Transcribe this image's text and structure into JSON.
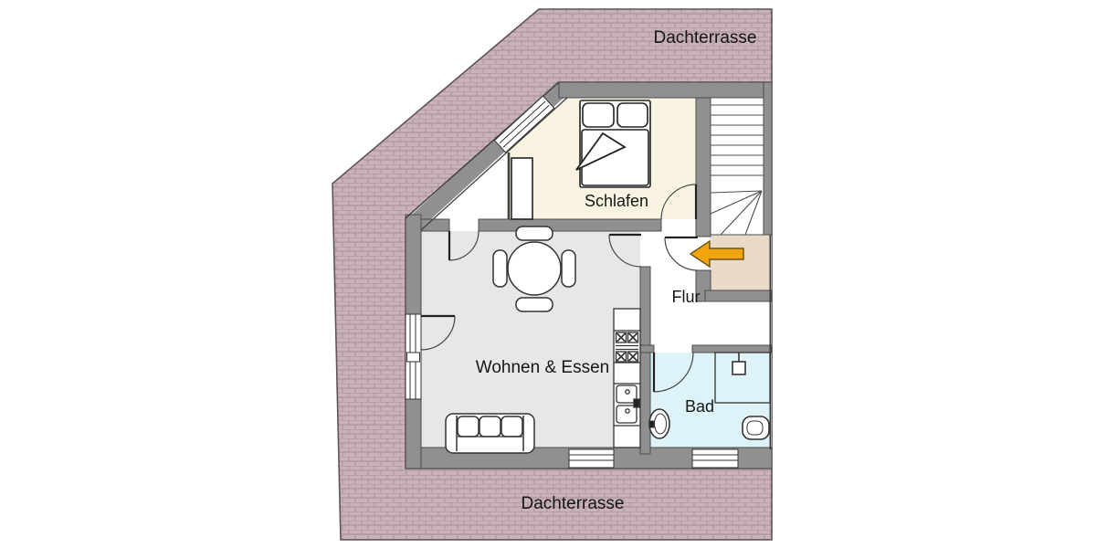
{
  "diagram": {
    "type": "floor-plan",
    "language": "de"
  },
  "labels": {
    "terrace_top": "Dachterrasse",
    "terrace_bottom": "Dachterrasse",
    "bedroom": "Schlafen",
    "hallway": "Flur",
    "living_dining": "Wohnen & Essen",
    "bathroom": "Bad"
  },
  "colors": {
    "terrace": "#c9b2b8",
    "terrace_joint": "#a68f97",
    "wall": "#909090",
    "wall_edge": "#4c4c4c",
    "bedroom_floor": "#f8f4e1",
    "living_floor": "#e7e7e7",
    "bathroom_floor": "#def3f8",
    "landing_floor": "#e9d9c9",
    "entrance_arrow": "#f1a40e",
    "background": "#ffffff"
  },
  "symbols": [
    "double-bed-icon",
    "wardrobe-icon",
    "dining-table-with-4-chairs-icon",
    "sofa-3-seat-icon",
    "kitchenette-stove-sink-icon",
    "staircase-with-winders-icon",
    "entrance-arrow-icon",
    "shower-icon",
    "washbasin-icon",
    "toilet-icon",
    "door-swing-icon",
    "window-icon"
  ]
}
